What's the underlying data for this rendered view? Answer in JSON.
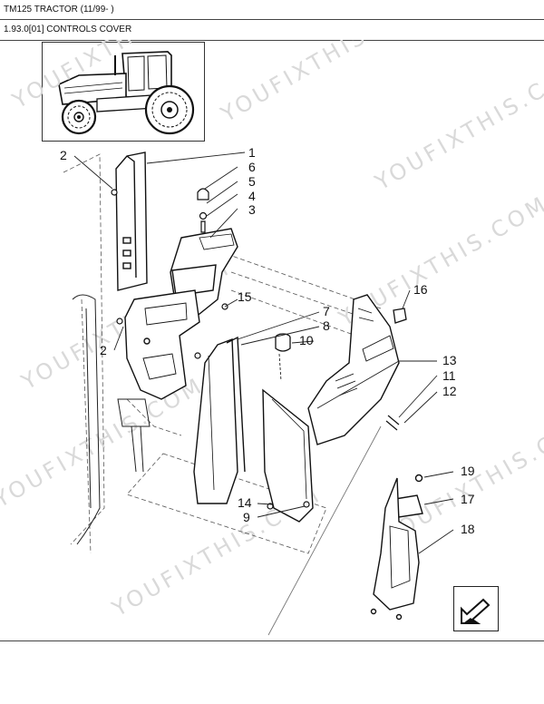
{
  "header": {
    "model": "TM125 TRACTOR (11/99- )",
    "section": "1.93.0[01] CONTROLS COVER"
  },
  "watermark": "YOUFIXTHIS.COM",
  "callouts": [
    {
      "id": "c1",
      "label": "1"
    },
    {
      "id": "c2a",
      "label": "2"
    },
    {
      "id": "c2b",
      "label": "2"
    },
    {
      "id": "c3",
      "label": "3"
    },
    {
      "id": "c4",
      "label": "4"
    },
    {
      "id": "c5",
      "label": "5"
    },
    {
      "id": "c6",
      "label": "6"
    },
    {
      "id": "c7",
      "label": "7"
    },
    {
      "id": "c8",
      "label": "8"
    },
    {
      "id": "c9",
      "label": "9"
    },
    {
      "id": "c10",
      "label": "10"
    },
    {
      "id": "c11",
      "label": "11"
    },
    {
      "id": "c12",
      "label": "12"
    },
    {
      "id": "c13",
      "label": "13"
    },
    {
      "id": "c14",
      "label": "14"
    },
    {
      "id": "c15",
      "label": "15"
    },
    {
      "id": "c16",
      "label": "16"
    },
    {
      "id": "c17",
      "label": "17"
    },
    {
      "id": "c18",
      "label": "18"
    },
    {
      "id": "c19",
      "label": "19"
    }
  ],
  "icons": {
    "thumbnail": "tractor-icon",
    "navigation": "next-page-arrow-icon"
  }
}
